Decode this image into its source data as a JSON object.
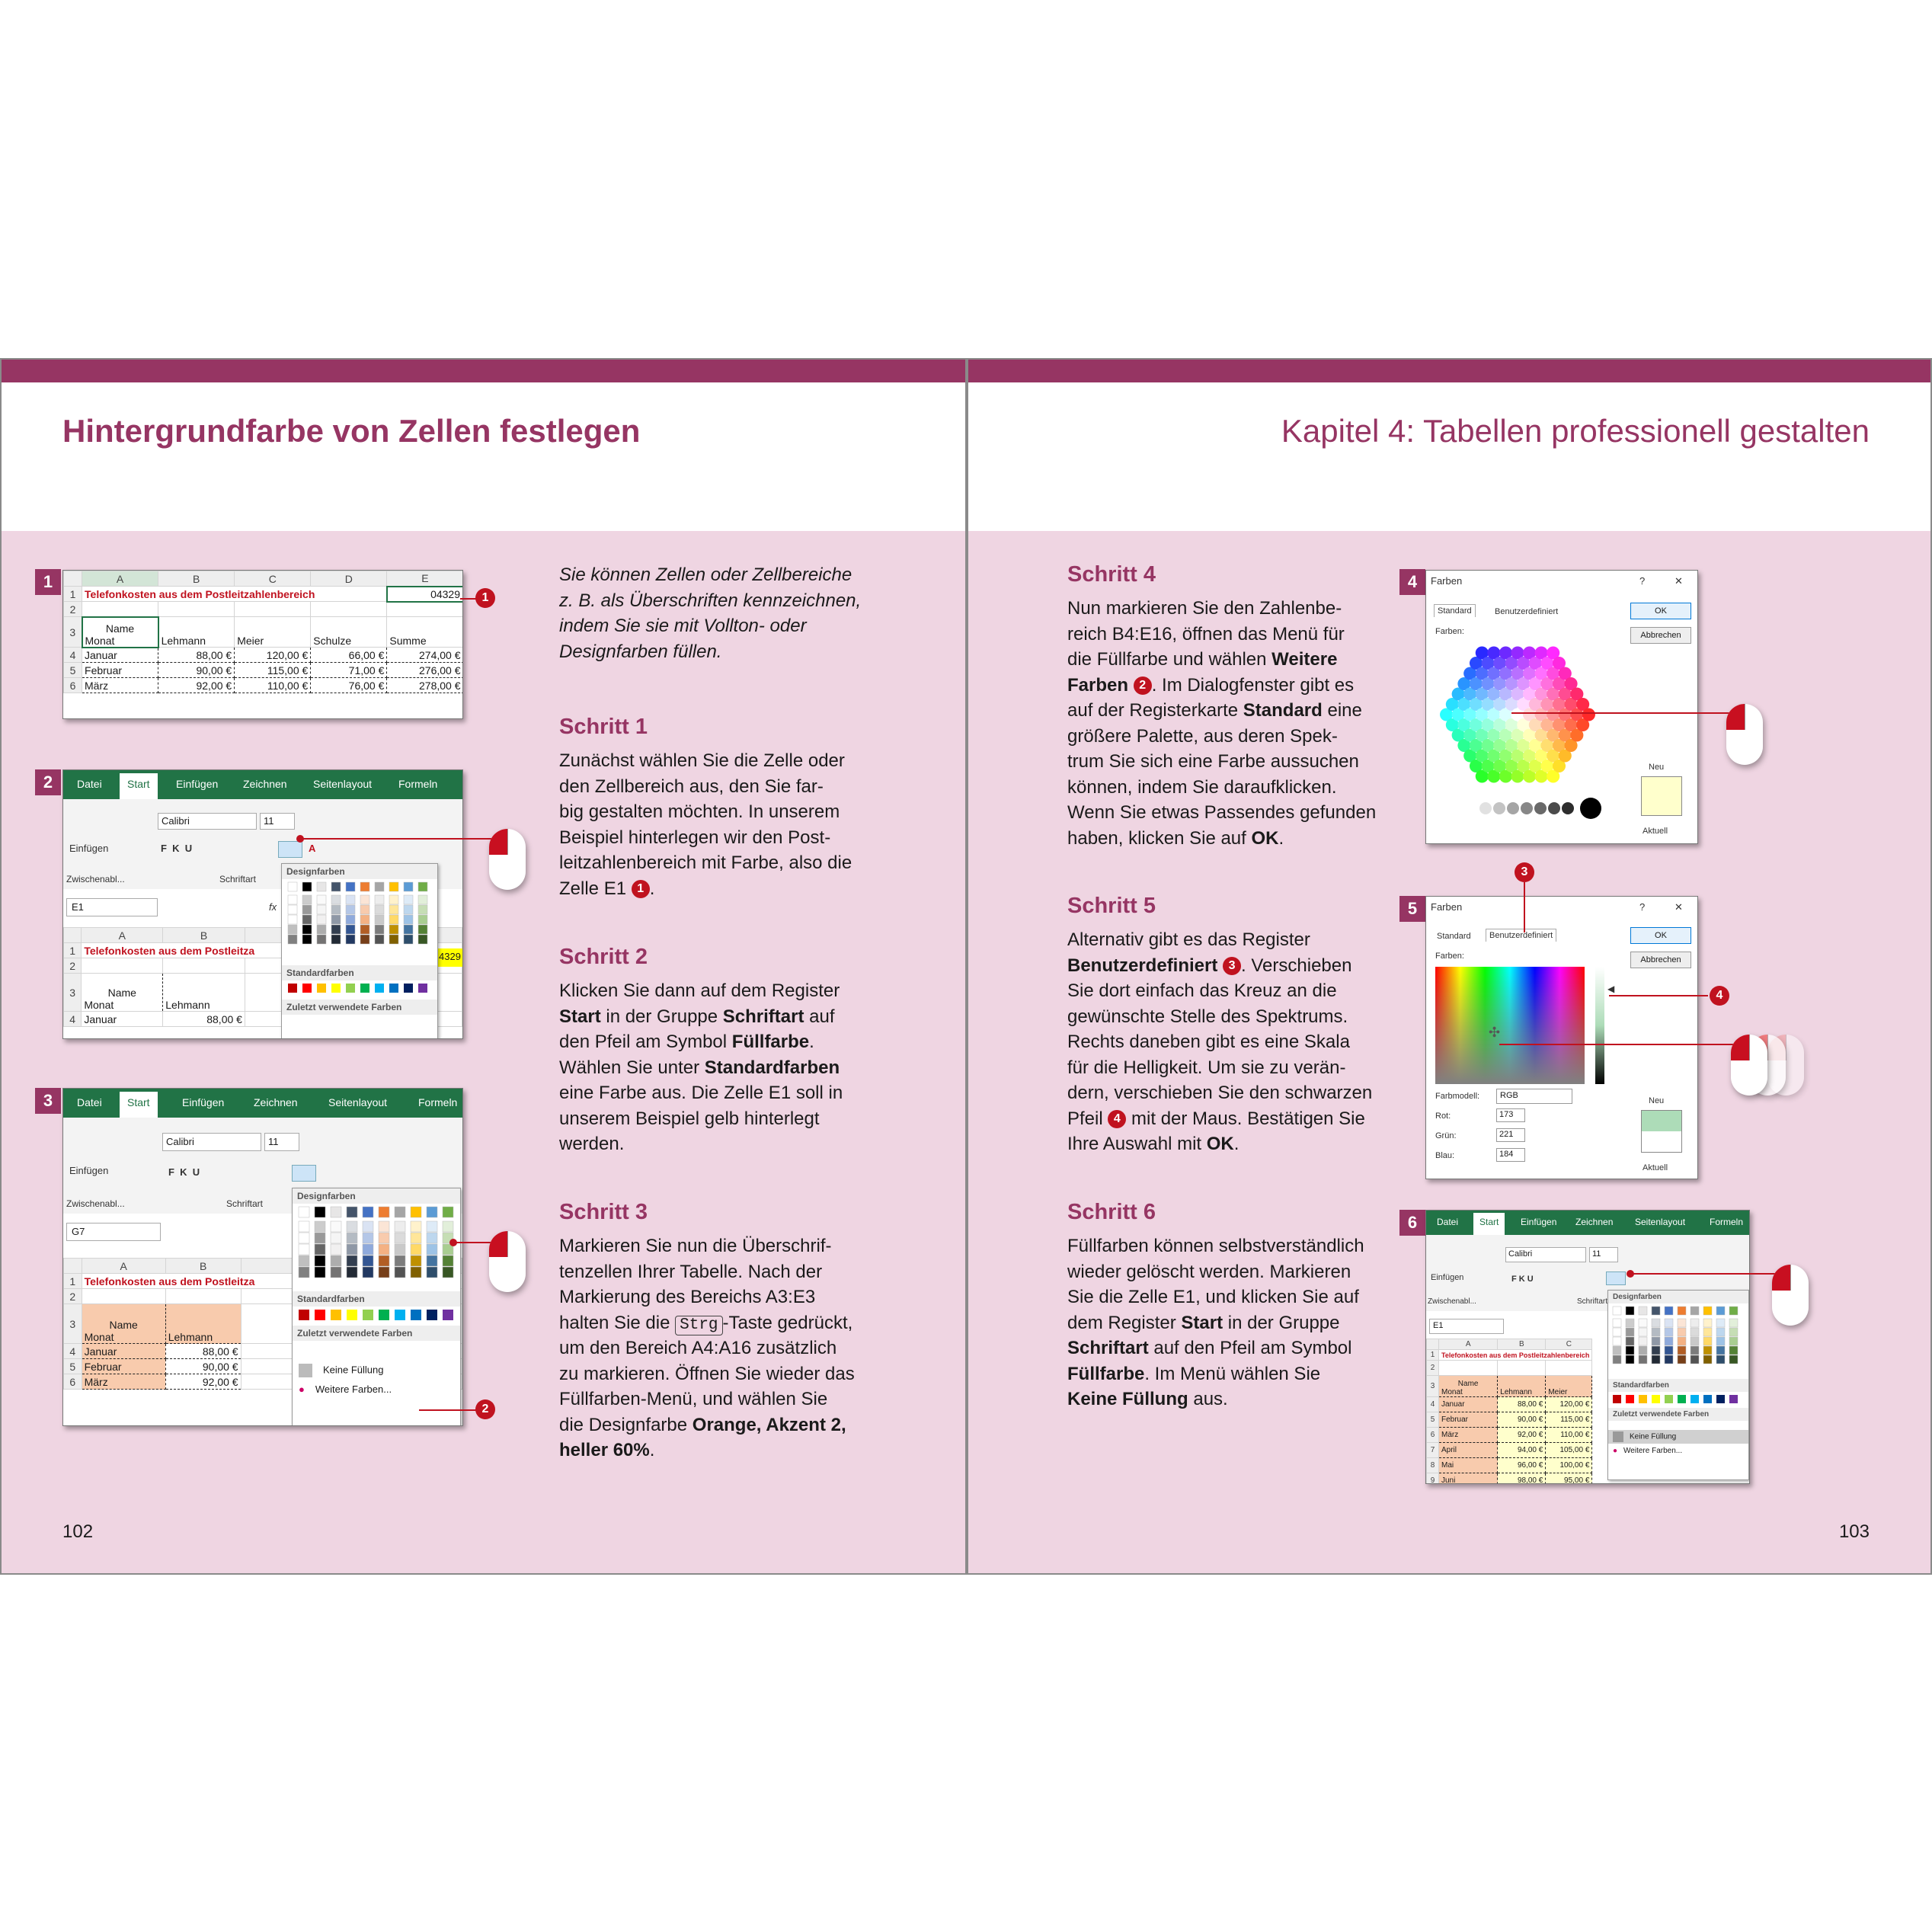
{
  "left_page": {
    "title": "Hintergrundfarbe von Zellen festlegen",
    "page_number": "102",
    "intro": "Sie können Zellen oder Zellbereiche z. B. als Überschriften kennzeichnen, indem Sie sie mit Vollton- oder Designfarben füllen.",
    "steps": [
      {
        "heading": "Schritt 1"
      },
      {
        "heading": "Schritt 2"
      },
      {
        "heading": "Schritt 3"
      }
    ]
  },
  "right_page": {
    "title": "Kapitel 4: Tabellen professionell gestalten",
    "page_number": "103",
    "steps": [
      {
        "heading": "Schritt 4"
      },
      {
        "heading": "Schritt 5"
      },
      {
        "heading": "Schritt 6"
      }
    ]
  },
  "text": {
    "s1a": "Zunächst wählen Sie die Zelle oder",
    "s1b": "den Zellbereich aus, den Sie far-",
    "s1c": "big gestalten möchten. In unserem",
    "s1d": "Beispiel hinterlegen wir den Post-",
    "s1e": "leitzahlenbereich mit Farbe, also die",
    "s1f": "Zelle E1",
    "s2a": "Klicken Sie dann auf dem Register",
    "s2b1": "Start",
    "s2b2": " in der Gruppe ",
    "s2b3": "Schriftart",
    "s2b4": " auf",
    "s2c1": "den Pfeil am Symbol ",
    "s2c2": "Füllfarbe",
    "s2c3": ".",
    "s2d1": "Wählen Sie unter ",
    "s2d2": "Standardfarben",
    "s2e": "eine Farbe aus. Die Zelle E1 soll in",
    "s2f": "unserem Beispiel gelb hinterlegt",
    "s2g": "werden.",
    "s3a": "Markieren Sie nun die Überschrif-",
    "s3b": "tenzellen Ihrer Tabelle. Nach der",
    "s3c": "Markierung des Bereichs A3:E3",
    "s3d1": "halten Sie die ",
    "s3d2": "Strg",
    "s3d3": "-Taste gedrückt,",
    "s3e": "um den Bereich A4:A16 zusätzlich",
    "s3f": "zu markieren. Öffnen Sie wieder das",
    "s3g": "Füllfarben-Menü, und wählen Sie",
    "s3h1": "die Designfarbe ",
    "s3h2": "Orange, Akzent 2,",
    "s3i1": "heller 60",
    "s3i2": "%",
    "s3i3": ".",
    "s4a": "Nun markieren Sie den Zahlenbe-",
    "s4b": "reich B4:E16, öffnen das Menü für",
    "s4c1": "die Füllfarbe und wählen ",
    "s4c2": "Weitere",
    "s4d1": "Farben",
    "s4d2": ". Im Dialogfenster gibt es",
    "s4e1": "auf der Registerkarte ",
    "s4e2": "Standard",
    "s4e3": " eine",
    "s4f": "größere Palette, aus deren Spek-",
    "s4g": "trum Sie sich eine Farbe aussuchen",
    "s4h": "können, indem Sie daraufklicken.",
    "s4i": "Wenn Sie etwas Passendes gefunden",
    "s4j1": "haben, klicken Sie auf ",
    "s4j2": "OK",
    "s4j3": ".",
    "s5a": "Alternativ gibt es das Register",
    "s5b1": "Benutzerdefiniert",
    "s5b2": ". Verschieben",
    "s5c": "Sie dort einfach das Kreuz an die",
    "s5d": "gewünschte Stelle des Spektrums.",
    "s5e": "Rechts daneben gibt es eine Skala",
    "s5f": "für die Helligkeit. Um sie zu verän-",
    "s5g": "dern, verschieben Sie den schwarzen",
    "s5h1": "Pfeil",
    "s5h2": "mit der Maus. Bestätigen Sie",
    "s5i1": "Ihre Auswahl mit ",
    "s5i2": "OK",
    "s5i3": ".",
    "s6a": "Füllfarben können selbstverständlich",
    "s6b": "wieder gelöscht werden. Markieren",
    "s6c": "Sie die Zelle E1, und klicken Sie auf",
    "s6d1": "dem Register ",
    "s6d2": "Start",
    "s6d3": " in der Gruppe",
    "s6e1": "Schriftart",
    "s6e2": " auf den Pfeil am Symbol",
    "s6f1": "Füllfarbe",
    "s6f2": ". Im Menü wählen Sie",
    "s6g1": "Keine Füllung",
    "s6g2": " aus."
  },
  "markers": [
    "1",
    "2",
    "3",
    "4",
    "5",
    "6"
  ],
  "callouts": [
    "1",
    "2",
    "3",
    "4"
  ],
  "excel": {
    "tabs": [
      "Datei",
      "Start",
      "Einfügen",
      "Zeichnen",
      "Seitenlayout",
      "Formeln"
    ],
    "font": "Calibri",
    "size": "11",
    "paste": "Einfügen",
    "clipboard": "Zwischenabl...",
    "group_font": "Schriftart",
    "namebox_2": "E1",
    "namebox_3": "G7",
    "fx": "fx",
    "cols": [
      "A",
      "B",
      "C",
      "D",
      "E"
    ],
    "title_cell": "Telefonkosten aus dem Postleitzahlenbereich",
    "title_cell_short": "Telefonkosten aus dem Postleitza",
    "e1": "04329",
    "e1_short": "4329",
    "headers": [
      "Name",
      "Monat",
      "Lehmann",
      "Meier",
      "Schulze",
      "Summe"
    ],
    "rows": [
      {
        "n": "4",
        "m": "Januar",
        "v": [
          "88,00 €",
          "120,00 €",
          "66,00 €",
          "274,00 €"
        ]
      },
      {
        "n": "5",
        "m": "Februar",
        "v": [
          "90,00 €",
          "115,00 €",
          "71,00 €",
          "276,00 €"
        ]
      },
      {
        "n": "6",
        "m": "März",
        "v": [
          "92,00 €",
          "110,00 €",
          "76,00 €",
          "278,00 €"
        ]
      }
    ],
    "rows6": [
      {
        "n": "4",
        "m": "Januar",
        "v": [
          "88,00 €",
          "120,00 €"
        ]
      },
      {
        "n": "5",
        "m": "Februar",
        "v": [
          "90,00 €",
          "115,00 €"
        ]
      },
      {
        "n": "6",
        "m": "März",
        "v": [
          "92,00 €",
          "110,00 €"
        ]
      },
      {
        "n": "7",
        "m": "April",
        "v": [
          "94,00 €",
          "105,00 €"
        ]
      },
      {
        "n": "8",
        "m": "Mai",
        "v": [
          "96,00 €",
          "100,00 €"
        ]
      },
      {
        "n": "9",
        "m": "Juni",
        "v": [
          "98,00 €",
          "95,00 €"
        ]
      }
    ],
    "menu_design": "Designfarben",
    "menu_standard": "Standardfarben",
    "menu_recent": "Zuletzt verwendete Farben",
    "menu_nofill": "Keine Füllung",
    "menu_more": "Weitere Farben...",
    "truncated_jan": "Januar",
    "truncated_amt": "88,00 €"
  },
  "dialog": {
    "title": "Farben",
    "help": "?",
    "close": "✕",
    "tab_standard": "Standard",
    "tab_custom": "Benutzerdefiniert",
    "ok": "OK",
    "cancel": "Abbrechen",
    "colors_label": "Farben:",
    "new": "Neu",
    "current": "Aktuell",
    "model_label": "Farbmodell:",
    "model": "RGB",
    "red_label": "Rot:",
    "green_label": "Grün:",
    "blue_label": "Blau:",
    "red": "173",
    "green": "221",
    "blue": "184"
  },
  "colors": {
    "accent": "#963563",
    "page_bg": "#efd5e2",
    "callout_red": "#c0121f",
    "excel_green": "#217346",
    "yellow_fill": "#ffff00",
    "orange_fill": "#f8cbad",
    "new_color_1": "#ffffcc",
    "new_color_2": "#addcb8"
  }
}
